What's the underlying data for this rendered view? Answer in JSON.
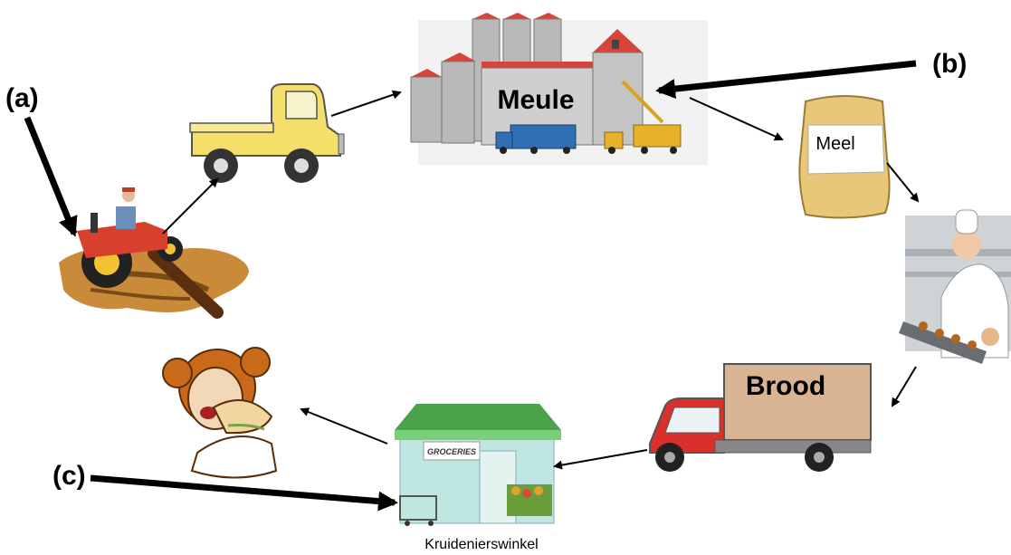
{
  "labels": {
    "a": "(a)",
    "b": "(b)",
    "c": "(c)",
    "mill": "Meule",
    "flour": "Meel",
    "bread": "Brood",
    "store_sign": "GROCERIES",
    "store_caption": "Kruidenierswinkel"
  },
  "nodes": [
    {
      "id": "tractor",
      "icon": "tractor-icon"
    },
    {
      "id": "pickup",
      "icon": "pickup-truck-icon"
    },
    {
      "id": "mill",
      "icon": "grain-mill-icon"
    },
    {
      "id": "flour",
      "icon": "flour-sack-icon"
    },
    {
      "id": "baker",
      "icon": "baker-icon"
    },
    {
      "id": "delivery",
      "icon": "bread-delivery-truck-icon"
    },
    {
      "id": "store",
      "icon": "grocery-store-icon"
    },
    {
      "id": "eater",
      "icon": "person-eating-sandwich-icon"
    }
  ],
  "edges": [
    {
      "from": "tractor",
      "to": "pickup"
    },
    {
      "from": "pickup",
      "to": "mill"
    },
    {
      "from": "mill",
      "to": "flour"
    },
    {
      "from": "flour",
      "to": "baker"
    },
    {
      "from": "baker",
      "to": "delivery"
    },
    {
      "from": "delivery",
      "to": "store"
    },
    {
      "from": "store",
      "to": "eater"
    }
  ],
  "colors": {
    "pickup": "#f3df6a",
    "mill_silo": "#b9b9b9",
    "mill_roof": "#d8433a",
    "flour_sack": "#e8c878",
    "truck_cab": "#d9302c",
    "truck_box": "#d8b495",
    "store_awning": "#4aa34a",
    "tractor": "#d7402c",
    "soil": "#c98a3a"
  }
}
